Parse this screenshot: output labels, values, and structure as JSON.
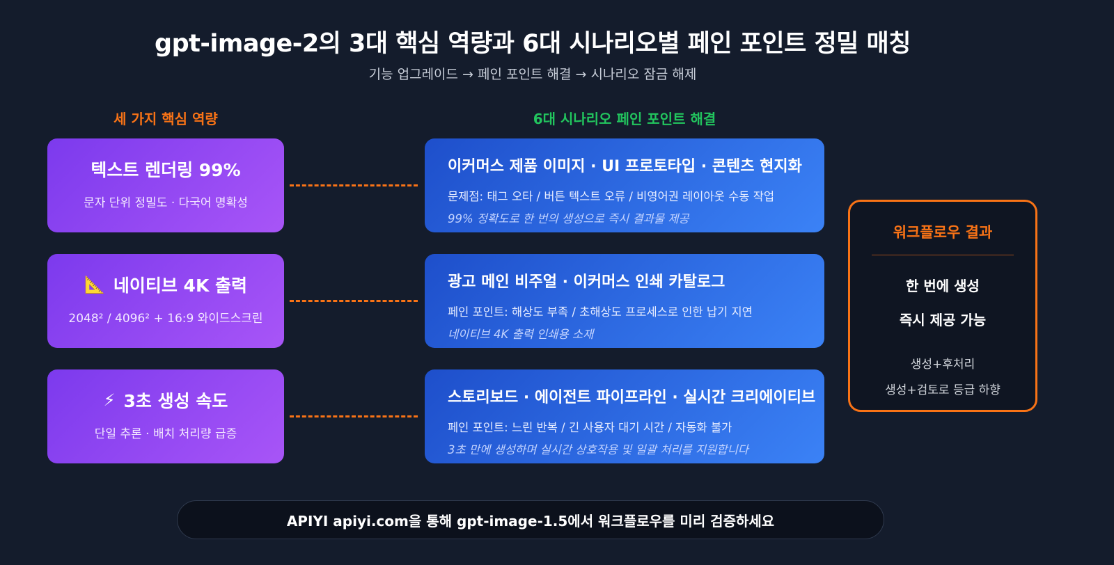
{
  "title": "gpt-image-2의 3대 핵심 역량과 6대 시나리오별 페인 포인트 정밀 매칭",
  "subtitle": "기능 업그레이드 → 페인 포인트 해결 → 시나리오 잠금 해제",
  "left_heading": "세 가지 핵심 역량",
  "mid_heading": "6대 시나리오 페인 포인트 해결",
  "capabilities": [
    {
      "icon": "",
      "title": "텍스트 렌더링 99%",
      "desc": "문자 단위 정밀도 · 다국어 명확성"
    },
    {
      "icon": "📐",
      "title": "네이티브 4K 출력",
      "desc": "2048² / 4096² + 16:9 와이드스크린"
    },
    {
      "icon": "⚡",
      "title": "3초 생성 속도",
      "desc": "단일 추론 · 배치 처리량 급증"
    }
  ],
  "scenarios": [
    {
      "title": "이커머스 제품 이미지 · UI 프로토타입 · 콘텐츠 현지화",
      "pain": "문제점: 태그 오타 / 버튼 텍스트 오류 / 비영어권 레이아웃 수동 작업",
      "solution": "99% 정확도로 한 번의 생성으로 즉시 결과물 제공"
    },
    {
      "title": "광고 메인 비주얼 · 이커머스 인쇄 카탈로그",
      "pain": "페인 포인트: 해상도 부족 / 초해상도 프로세스로 인한 납기 지연",
      "solution": "네이티브 4K 출력 인쇄용 소재"
    },
    {
      "title": "스토리보드 · 에이전트 파이프라인 · 실시간 크리에이티브",
      "pain": "페인 포인트: 느린 반복 / 긴 사용자 대기 시간 / 자동화 불가",
      "solution": "3초 만에 생성하며 실시간 상호작용 및 일괄 처리를 지원합니다"
    }
  ],
  "result": {
    "title": "워크플로우 결과",
    "main_line1": "한 번에 생성",
    "main_line2": "즉시 제공 가능",
    "sub_line1": "생성+후처리",
    "sub_line2": "생성+검토로 등급 하향"
  },
  "footer": "APIYI apiyi.com을 통해 gpt-image-1.5에서 워크플로우를 미리 검증하세요",
  "colors": {
    "background": "#141c2c",
    "capability_box": "#8b45f0",
    "scenario_box": "#2f6fe6",
    "accent_orange": "#f97316",
    "accent_green": "#22c55e"
  }
}
